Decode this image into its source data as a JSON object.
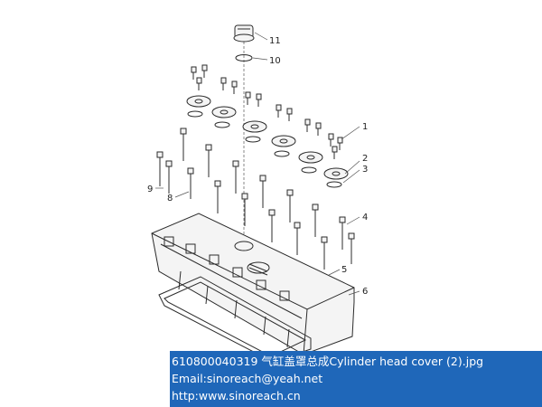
{
  "callouts": [
    "1",
    "2",
    "3",
    "4",
    "5",
    "6",
    "8",
    "9",
    "10",
    "11"
  ],
  "caption": {
    "title": "610800040319 气缸盖罩总成Cylinder head cover (2).jpg",
    "email": "Email:sinoreach@yeah.net",
    "url": "http:www.sinoreach.cn"
  },
  "colors": {
    "panel": "#1f67b9",
    "panel_text": "#ffffff",
    "line": "#2b2b2b"
  }
}
